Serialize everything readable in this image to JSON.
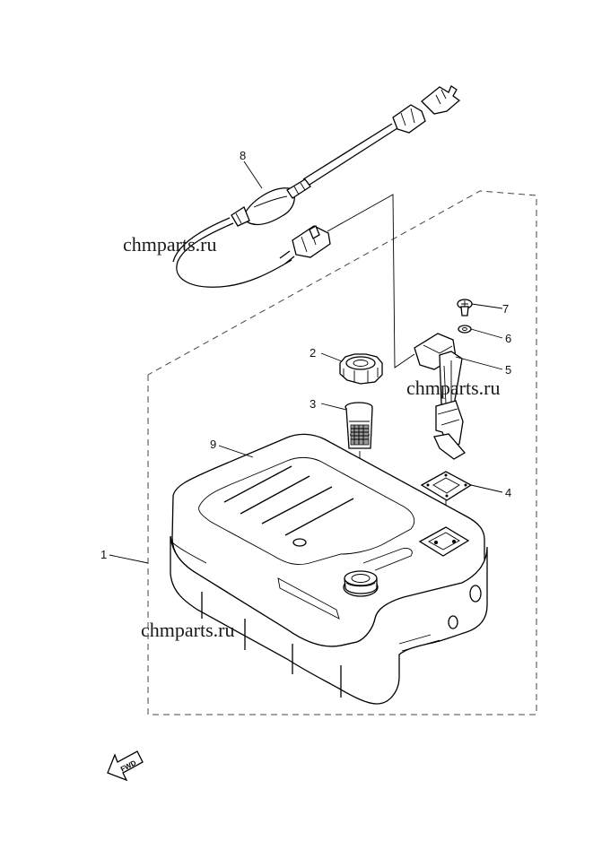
{
  "callouts": {
    "c1": "1",
    "c2": "2",
    "c3": "3",
    "c4": "4",
    "c5": "5",
    "c6": "6",
    "c7": "7",
    "c8": "8",
    "c9": "9"
  },
  "watermarks": {
    "w1": "chmparts.ru",
    "w2": "chmparts.ru",
    "w3": "chmparts.ru"
  },
  "direction": {
    "label": "FWD",
    "icon": "fwd-arrow-icon"
  }
}
